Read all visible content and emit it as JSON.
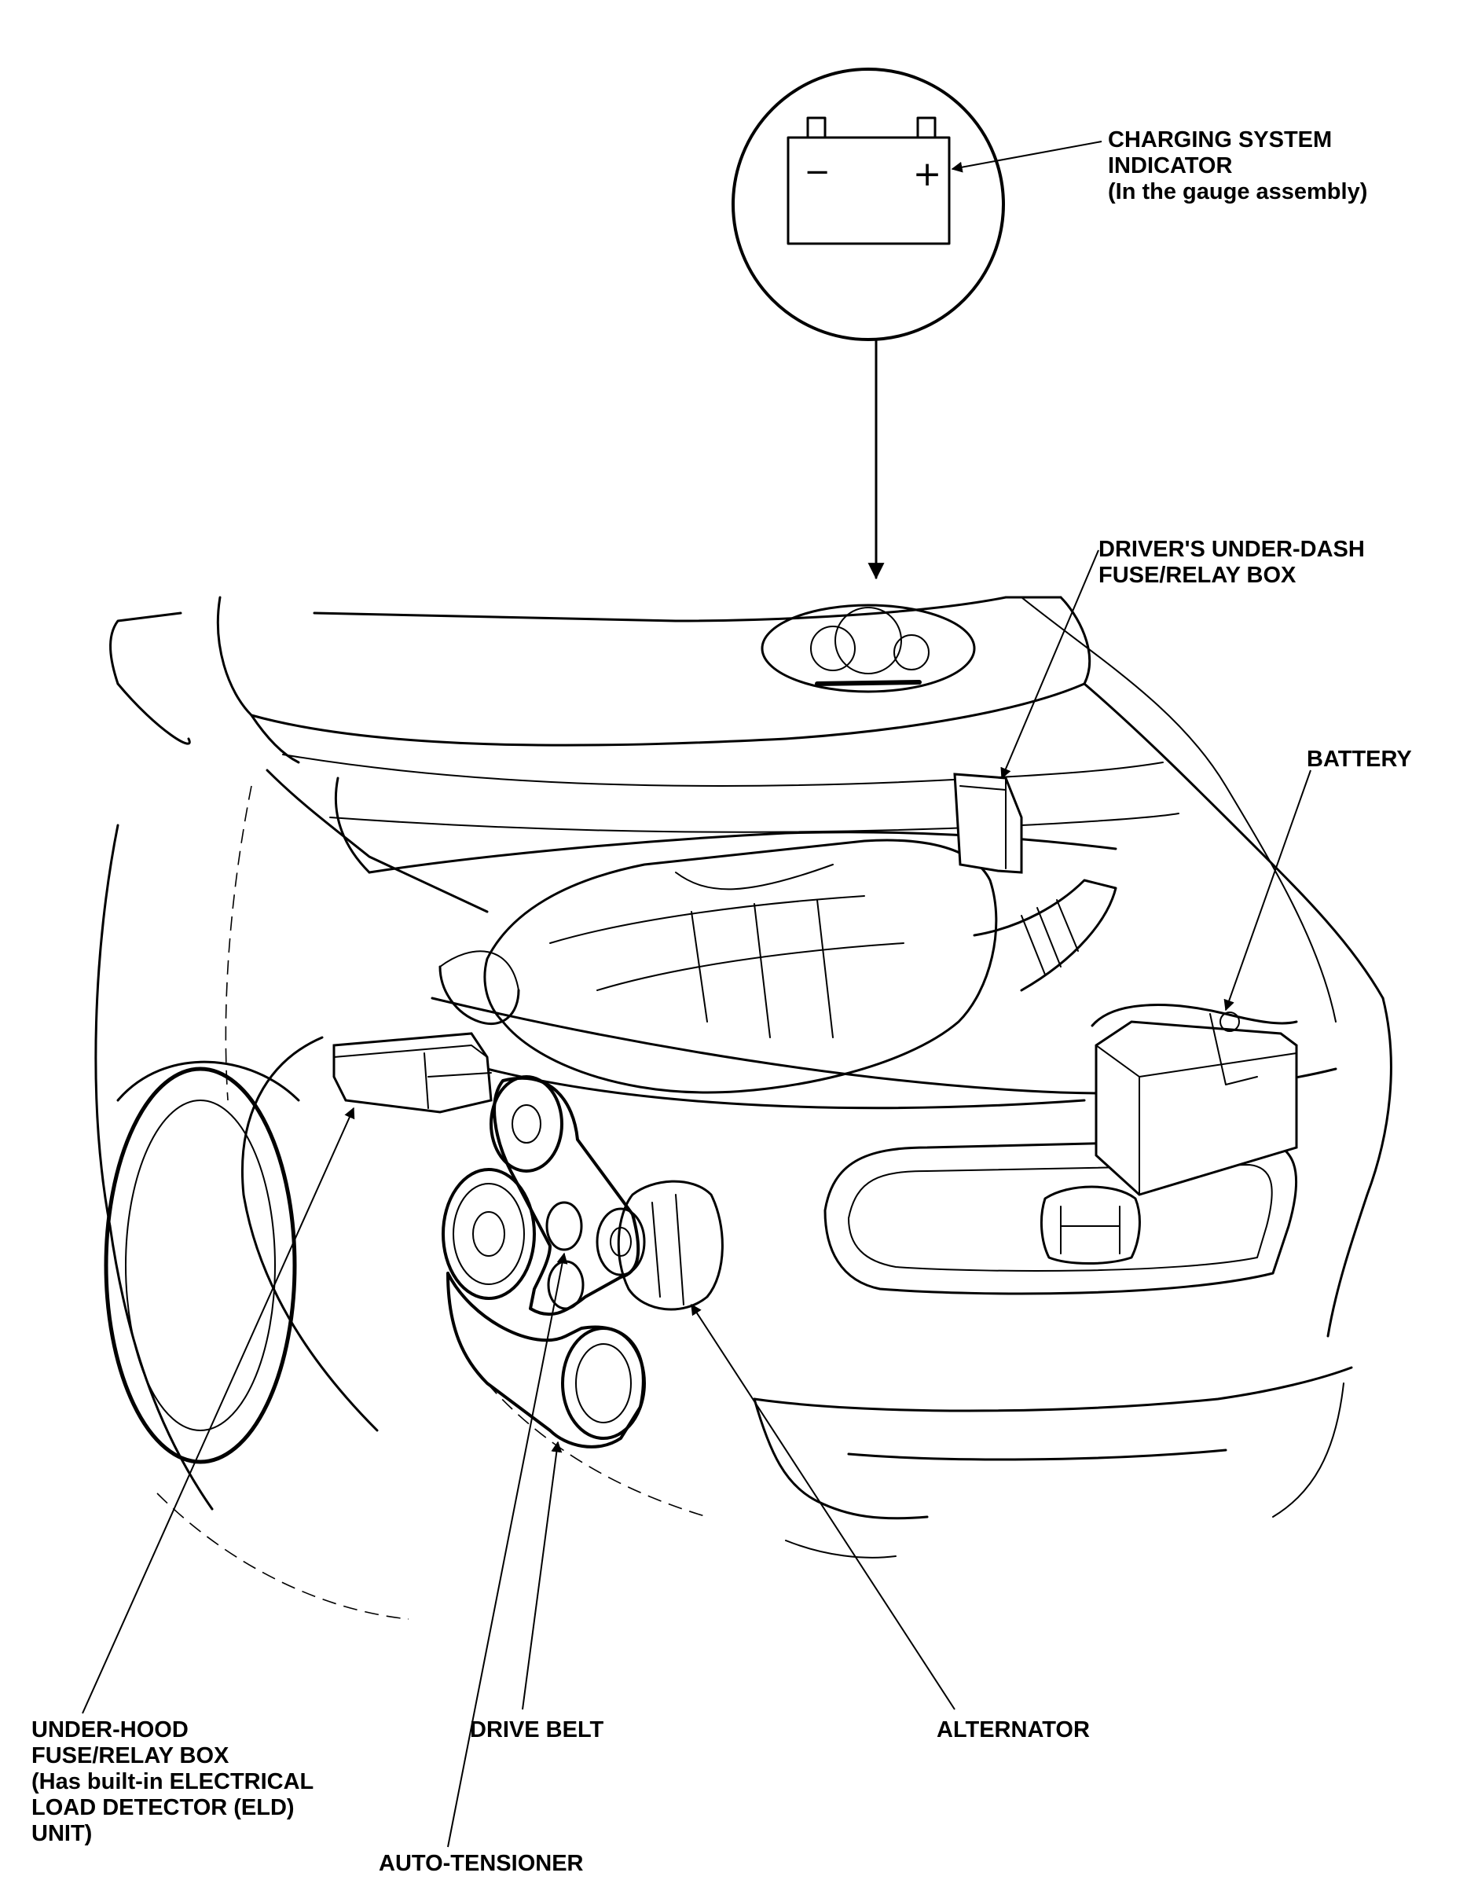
{
  "figure": {
    "labels": {
      "charging_system_indicator": [
        "CHARGING SYSTEM",
        "INDICATOR",
        "(In the gauge assembly)"
      ],
      "drivers_under_dash_fuse_relay_box": [
        "DRIVER'S UNDER-DASH",
        "FUSE/RELAY BOX"
      ],
      "battery": [
        "BATTERY"
      ],
      "under_hood_fuse_relay_box": [
        "UNDER-HOOD",
        "FUSE/RELAY BOX",
        "(Has built-in ELECTRICAL",
        "LOAD DETECTOR (ELD)",
        "UNIT)"
      ],
      "drive_belt": [
        "DRIVE BELT"
      ],
      "alternator": [
        "ALTERNATOR"
      ],
      "auto_tensioner": [
        "AUTO-TENSIONER"
      ]
    },
    "indicator_symbols": {
      "negative": "−",
      "positive": "+"
    }
  }
}
